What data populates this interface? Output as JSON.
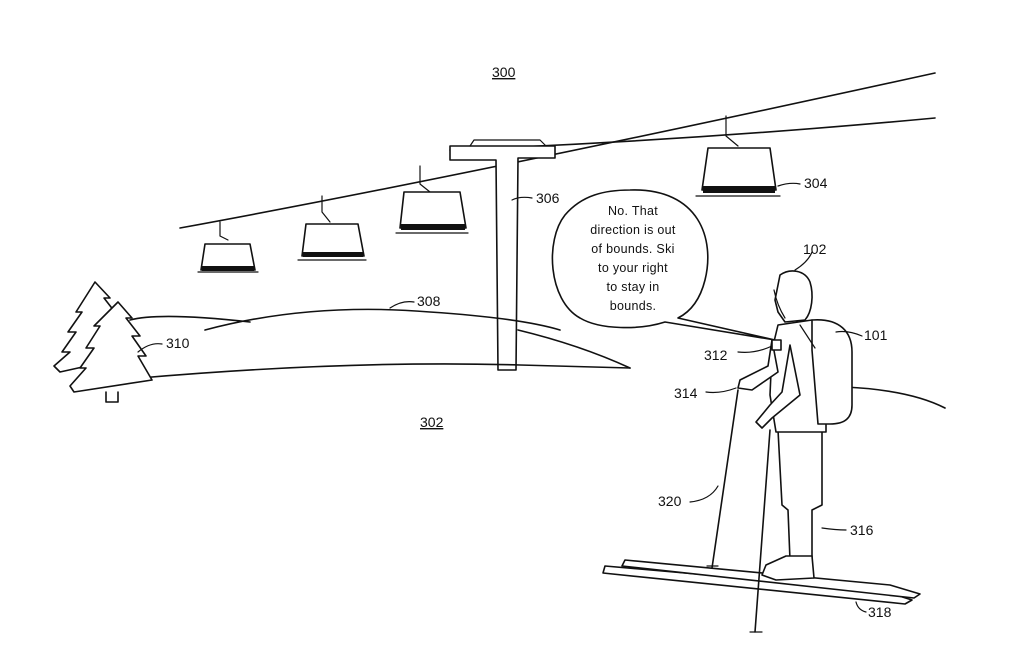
{
  "figure": {
    "figure_number": "300",
    "ground_label": "302",
    "labels": {
      "user": "102",
      "backpack": "101",
      "lift_chair": "304",
      "lift_tower": "306",
      "hill": "308",
      "trees": "310",
      "speech_device": "312",
      "pole_grip": "314",
      "leg": "316",
      "ski": "318",
      "ski_pole": "320"
    },
    "speech_bubble": {
      "lines": [
        "No. That",
        "direction is out",
        "of bounds. Ski",
        "to your right",
        "to stay in",
        "bounds."
      ]
    }
  }
}
